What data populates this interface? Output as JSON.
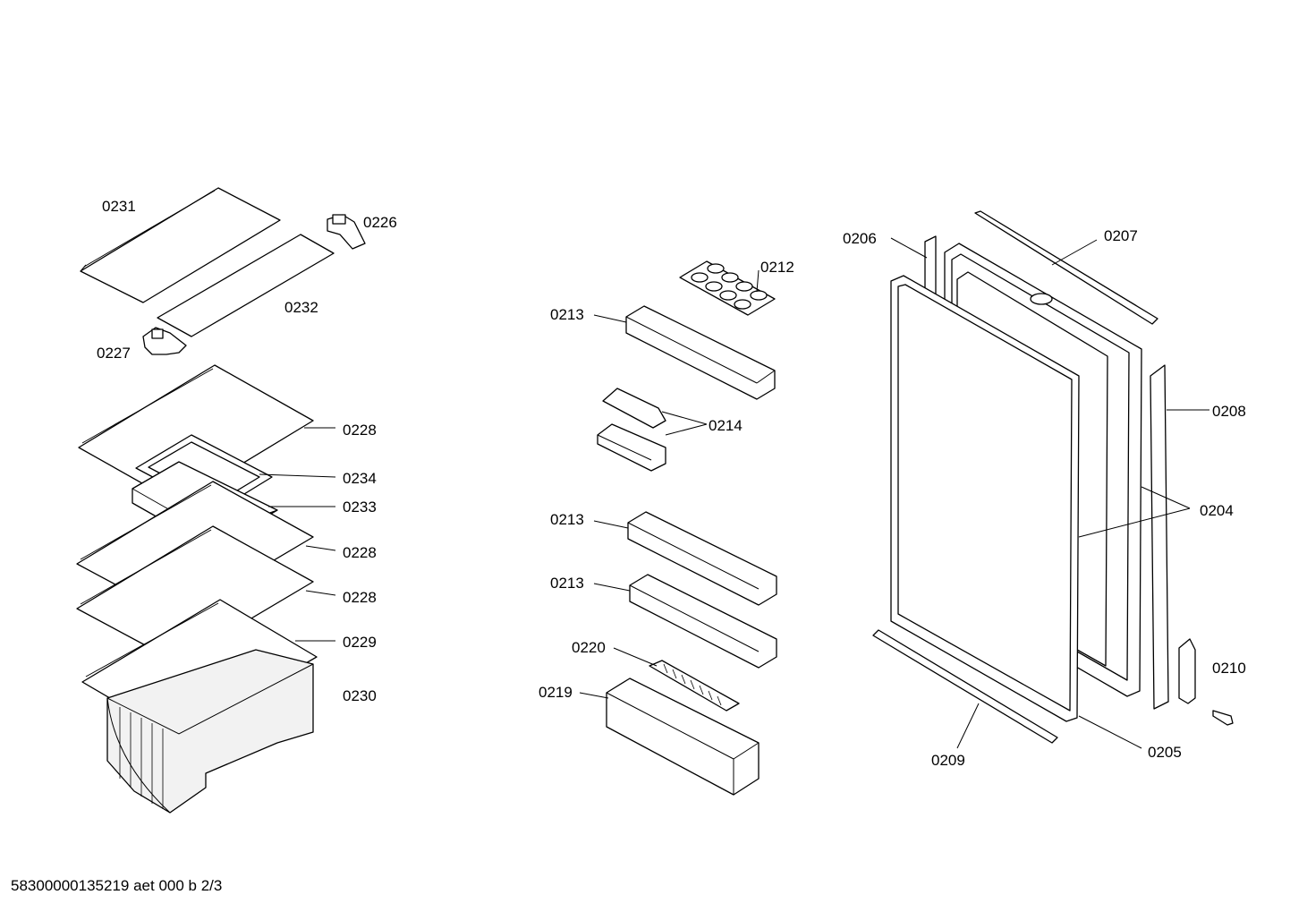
{
  "labels": {
    "p0231": "0231",
    "p0226": "0226",
    "p0232": "0232",
    "p0227": "0227",
    "p0228a": "0228",
    "p0234": "0234",
    "p0233": "0233",
    "p0228b": "0228",
    "p0228c": "0228",
    "p0229": "0229",
    "p0230": "0230",
    "p0212": "0212",
    "p0213a": "0213",
    "p0214": "0214",
    "p0213b": "0213",
    "p0213c": "0213",
    "p0220": "0220",
    "p0219": "0219",
    "p0206": "0206",
    "p0207": "0207",
    "p0208": "0208",
    "p0204": "0204",
    "p0210": "0210",
    "p0209": "0209",
    "p0205": "0205"
  },
  "footer": "58300000135219 aet 000 b 2/3"
}
